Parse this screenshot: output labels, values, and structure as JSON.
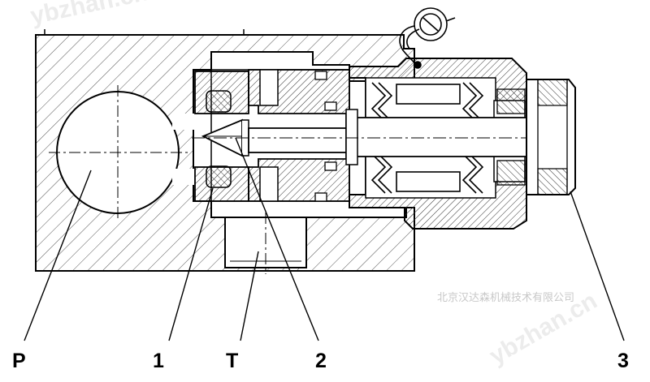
{
  "labels": {
    "p": "P",
    "one": "1",
    "t": "T",
    "two": "2",
    "three": "3"
  },
  "watermark": {
    "company": "北京汉达森机械技术有限公司",
    "site_top": "ybzhan.cn",
    "site_bottom": "ybzhan.cn"
  },
  "colors": {
    "line": "#000000",
    "hatch": "#444444",
    "watermark": "#c8c8c8",
    "background": "#ffffff"
  }
}
